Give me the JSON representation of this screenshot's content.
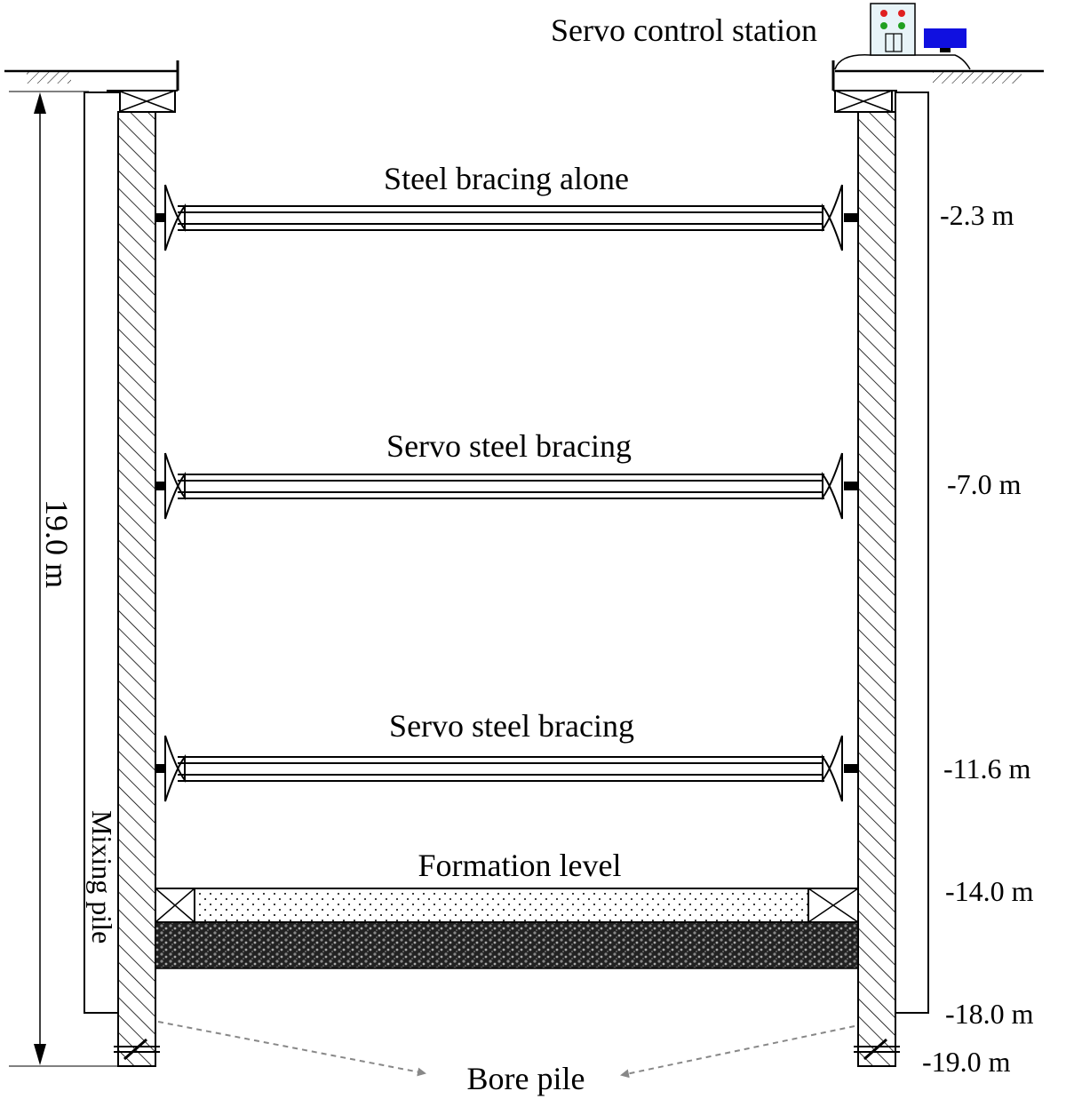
{
  "labels": {
    "station": "Servo control station",
    "brace1": "Steel bracing alone",
    "brace2": "Servo steel bracing",
    "brace3": "Servo steel bracing",
    "formation": "Formation level",
    "mixing_pile": "Mixing pile",
    "bore_pile": "Bore pile",
    "total_depth": "19.0 m"
  },
  "depths": {
    "d1": "-2.3 m",
    "d2": "-7.0 m",
    "d3": "-11.6 m",
    "d4": "-14.0 m",
    "d5": "-18.0 m",
    "d6": "-19.0 m"
  },
  "colors": {
    "station_light_red": "#e02020",
    "station_light_green": "#20a020",
    "station_monitor": "#1010e0",
    "station_body": "#e8f4f8"
  }
}
